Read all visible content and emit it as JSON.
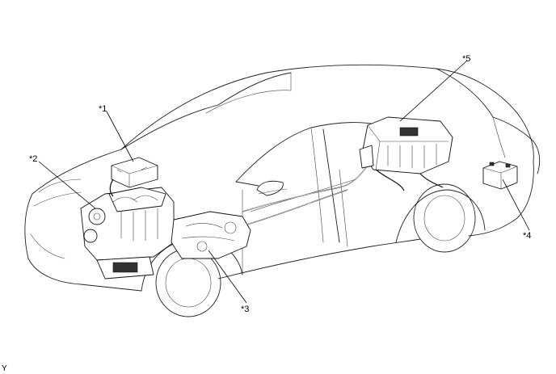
{
  "callouts": [
    {
      "id": "1",
      "label": "*1"
    },
    {
      "id": "2",
      "label": "*2"
    },
    {
      "id": "3",
      "label": "*3"
    },
    {
      "id": "4",
      "label": "*4"
    },
    {
      "id": "5",
      "label": "*5"
    }
  ],
  "footer_code": "Y"
}
